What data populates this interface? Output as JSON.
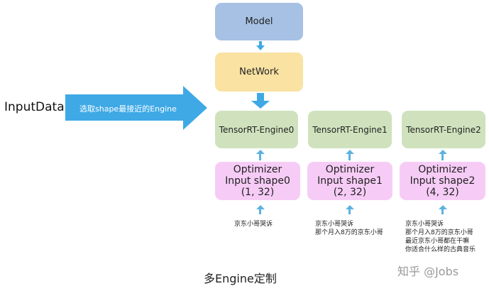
{
  "input": {
    "label": "InputData",
    "arrow_text": "选取shape最接近的Engine"
  },
  "model": {
    "label": "Model"
  },
  "network": {
    "label": "NetWork"
  },
  "engines": [
    {
      "label": "TensorRT-Engine0"
    },
    {
      "label": "TensorRT-Engine1"
    },
    {
      "label": "TensorRT-Engine2"
    }
  ],
  "optimizers": [
    {
      "line1": "Optimizer",
      "line2": "Input shape0",
      "line3": "(1, 32)"
    },
    {
      "line1": "Optimizer",
      "line2": "Input shape1",
      "line3": "(2, 32)"
    },
    {
      "line1": "Optimizer",
      "line2": "Input shape2",
      "line3": "(4, 32)"
    }
  ],
  "notes": [
    {
      "lines": [
        "京东小哥哭诉"
      ]
    },
    {
      "lines": [
        "京东小哥哭诉",
        "那个月入8万的京东小哥"
      ]
    },
    {
      "lines": [
        "京东小哥哭诉",
        "那个月入8万的京东小哥",
        "最近京东小哥都在干嘛",
        "你适合什么样的古典音乐"
      ]
    }
  ],
  "caption": "多Engine定制",
  "watermark": "知乎 @Jobs",
  "colors": {
    "model": "#a6c1e3",
    "network": "#f9e2a2",
    "engine": "#cfe2bd",
    "optimizer": "#f6ccf6",
    "arrow": "#3fa9e6"
  }
}
